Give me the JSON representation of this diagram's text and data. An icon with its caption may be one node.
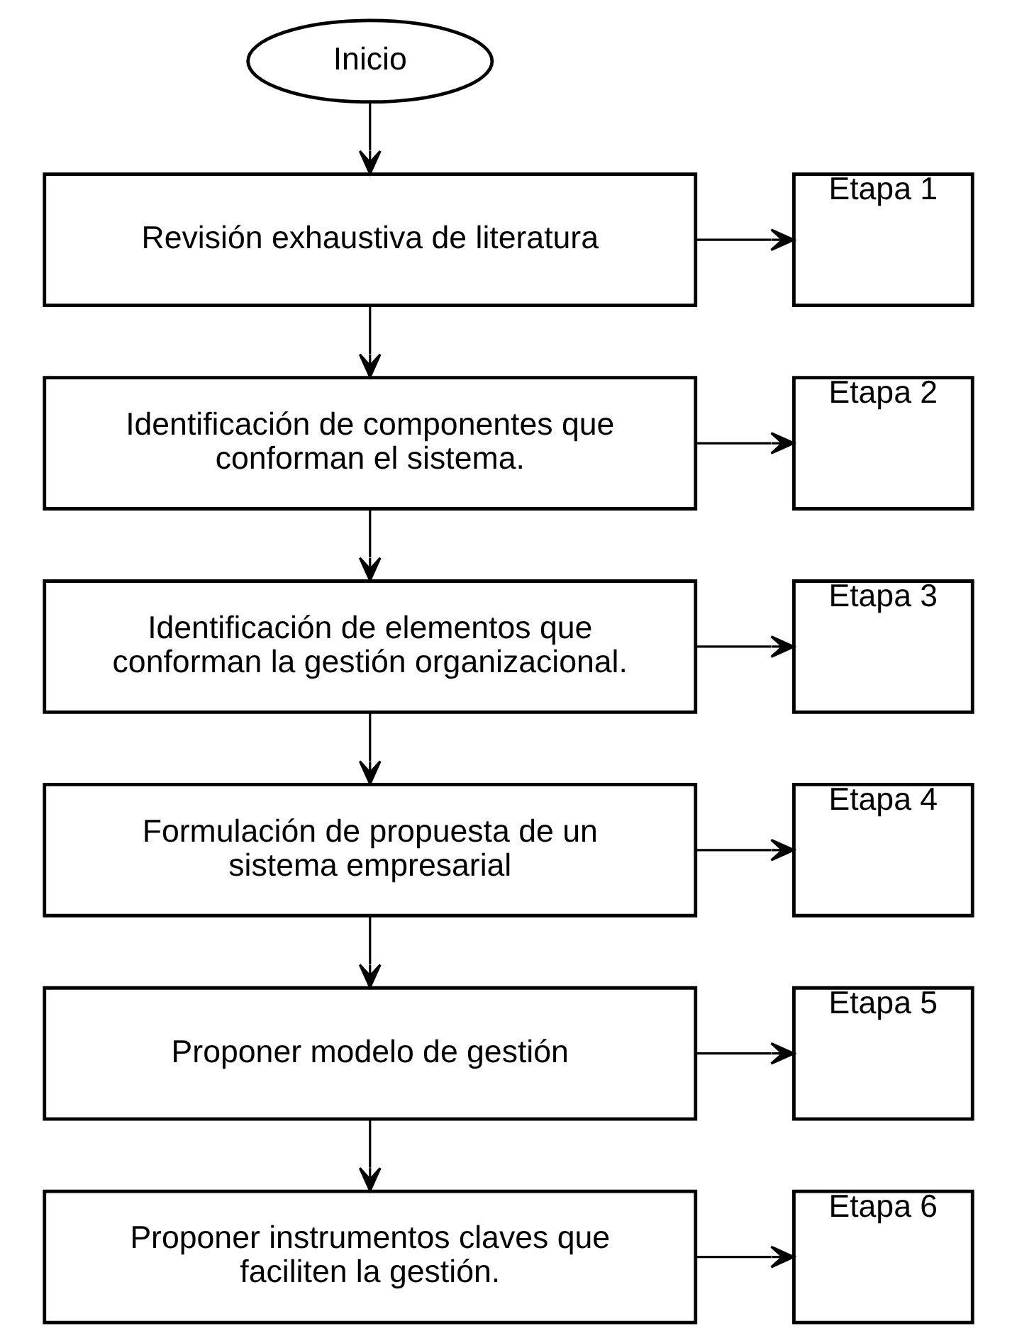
{
  "diagram": {
    "nodes": [
      {
        "text": [
          "Inicio"
        ]
      },
      {
        "text": [
          "Revisión exhaustiva de literatura"
        ]
      },
      {
        "text": [
          "Etapa 1"
        ]
      },
      {
        "text": [
          "Identificación de componentes que conforman el sistema."
        ]
      },
      {
        "text": [
          "Etapa 2"
        ]
      },
      {
        "text": [
          "Identificación de elementos que conforman la gestión organizacional."
        ]
      },
      {
        "text": [
          "Etapa 3"
        ]
      },
      {
        "text": [
          "Formulación de propuesta de un sistema empresarial"
        ]
      },
      {
        "text": [
          "Etapa 4"
        ]
      },
      {
        "text": [
          "Proponer modelo de gestión"
        ]
      },
      {
        "text": [
          "Etapa 5"
        ]
      },
      {
        "text": [
          "Proponer instrumentos claves que faciliten la gestión."
        ]
      },
      {
        "text": [
          "Etapa 6"
        ]
      }
    ],
    "edges": [
      {
        "from": 0,
        "to": 1,
        "arrow": "to"
      },
      {
        "from": 1,
        "to": 2,
        "arrow": "to"
      },
      {
        "from": 1,
        "to": 3,
        "arrow": "to"
      },
      {
        "from": 3,
        "to": 4,
        "arrow": "to"
      },
      {
        "from": 3,
        "to": 5,
        "arrow": "to"
      },
      {
        "from": 5,
        "to": 6,
        "arrow": "to"
      },
      {
        "from": 5,
        "to": 7,
        "arrow": "to"
      },
      {
        "from": 7,
        "to": 8,
        "arrow": "to"
      },
      {
        "from": 7,
        "to": 9,
        "arrow": "to"
      },
      {
        "from": 9,
        "to": 10,
        "arrow": "to"
      },
      {
        "from": 9,
        "to": 11,
        "arrow": "to"
      },
      {
        "from": 11,
        "to": 12,
        "arrow": "to"
      }
    ]
  }
}
